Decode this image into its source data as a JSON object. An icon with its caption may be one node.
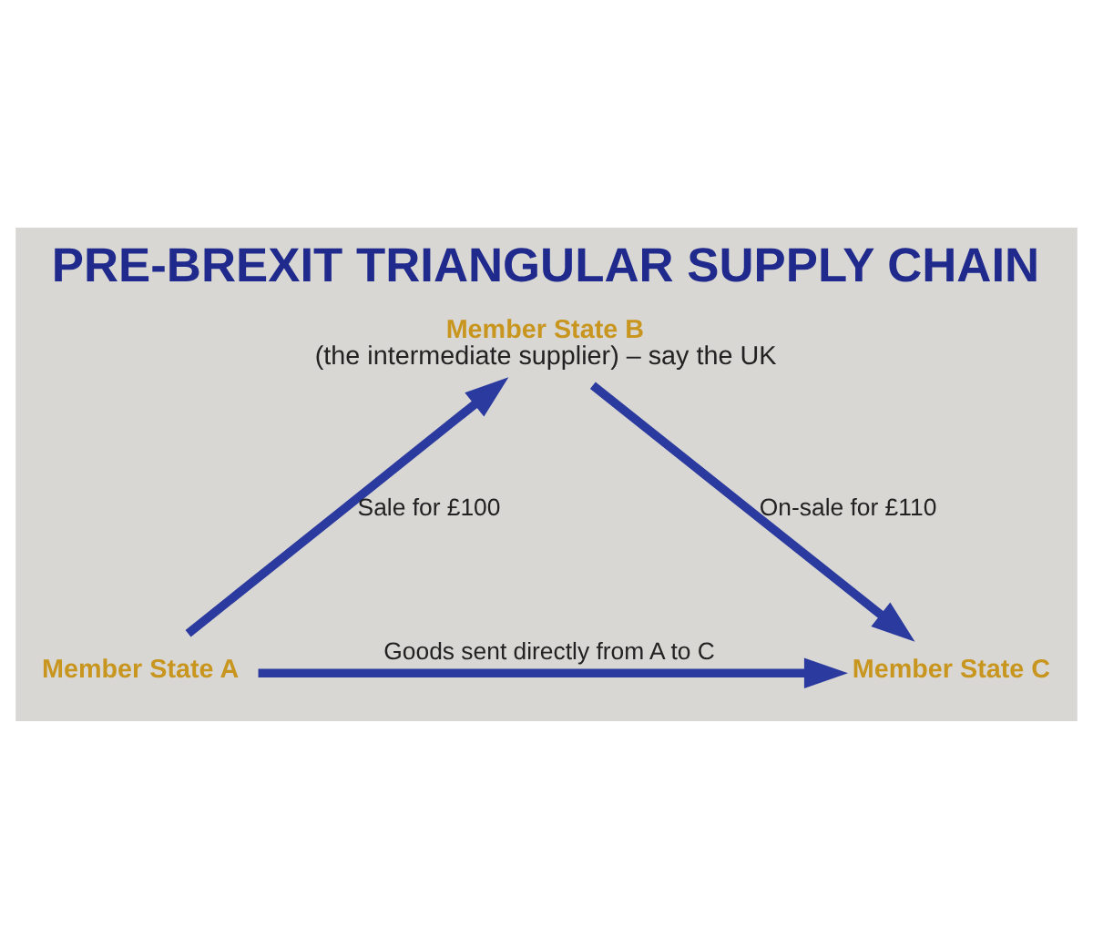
{
  "diagram": {
    "title": "PRE-BREXIT TRIANGULAR SUPPLY CHAIN",
    "nodes": [
      {
        "text": [
          "Member State B",
          "(the intermediate supplier) – say the UK"
        ]
      },
      {
        "text": [
          "Member State A"
        ]
      },
      {
        "text": [
          "Member State C"
        ]
      }
    ],
    "edges": [
      {
        "from": 1,
        "to": 0,
        "arrow": "to",
        "label": "Sale for £100"
      },
      {
        "from": 0,
        "to": 2,
        "arrow": "to",
        "label": "On-sale for £110"
      },
      {
        "from": 1,
        "to": 2,
        "arrow": "to",
        "label": "Goods sent directly from A to C"
      }
    ]
  }
}
